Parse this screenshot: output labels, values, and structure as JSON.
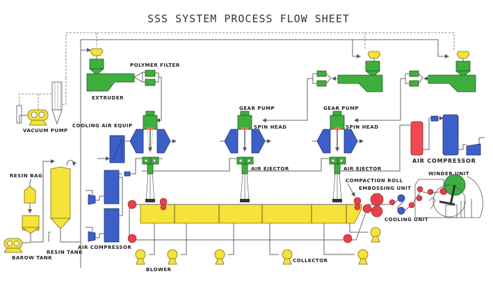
{
  "title": "SSS SYSTEM PROCESS FLOW SHEET",
  "labels": {
    "polymer_filter": "POLYMER FILTER",
    "extruder": "EXTRUDER",
    "vacuum_pump": "VACUUM PUMP",
    "cooling_air_equip": "COOLING AIR EQUIP",
    "gear_pump_1": "GEAR PUMP",
    "gear_pump_2": "GEAR PUMP",
    "spin_head_1": "SPIN HEAD",
    "spin_head_2": "SPIN HEAD",
    "air_ejector_1": "AIR EJECTOR",
    "air_ejector_2": "AIR EJECTOR",
    "air_compressor_right": "AIR COMPRESSOR",
    "air_compressor_left": "AIR COMPRESSOR",
    "winder_unit": "WINDER UNIT",
    "compaction_roll": "COMPACTION ROLL",
    "embossing_unit": "EMBOSSING UNIT",
    "cooling_unit": "COOLING UNIT",
    "resin_bag": "RESIN BAG",
    "resin_tank": "RESIN TANK",
    "barow_tank": "BAROW TANK",
    "blower": "BLOWER",
    "collector": "COLLECTOR"
  },
  "colors": {
    "extruder_green": "#3fae3f",
    "cooling_blue": "#3d5fc8",
    "tank_yellow": "#f5e33a",
    "roll_red": "#e8404a"
  }
}
